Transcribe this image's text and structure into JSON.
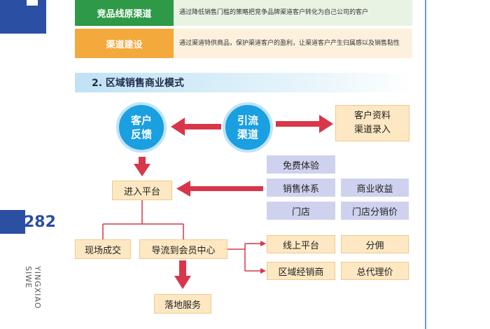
{
  "sidebar": {
    "page_number": "282",
    "vertical_text": "YINGXIAO SIWE"
  },
  "table": {
    "rows": [
      {
        "label": "竞品线原渠道",
        "description": "通过降低销售门槛的策略把竞争品牌渠道客户转化为自己公司的客户"
      },
      {
        "label": "渠道建设",
        "description": "通过渠道特供商品，保护渠道客户的盈利，让渠道客户产生归属感以及销售黏性"
      }
    ]
  },
  "section": {
    "title": "2. 区域销售商业模式"
  },
  "diagram": {
    "circle_feedback": [
      "客户",
      "反馈"
    ],
    "circle_channel": [
      "引流",
      "渠道"
    ],
    "customer_data": [
      "客户资料",
      "渠道录入"
    ],
    "enter_platform": "进入平台",
    "free_trial": "免费体验",
    "sales_system": "销售体系",
    "business_income": "商业收益",
    "store": "门店",
    "store_price": "门店分销价",
    "onsite_deal": "现场成交",
    "member_center": "导流到会员中心",
    "online_platform": "线上平台",
    "commission": "分佣",
    "regional_dealer": "区域经销商",
    "general_price": "总代理价",
    "landing_service": "落地服务"
  },
  "colors": {
    "brand_blue": "#2a4fa3",
    "green": "#2e9a48",
    "orange": "#f4a93c",
    "circle_blue": "#1a9fe0",
    "arrow_red": "#d9364a",
    "lavender": "#cfd2ee",
    "light_orange": "#fde8c3"
  }
}
